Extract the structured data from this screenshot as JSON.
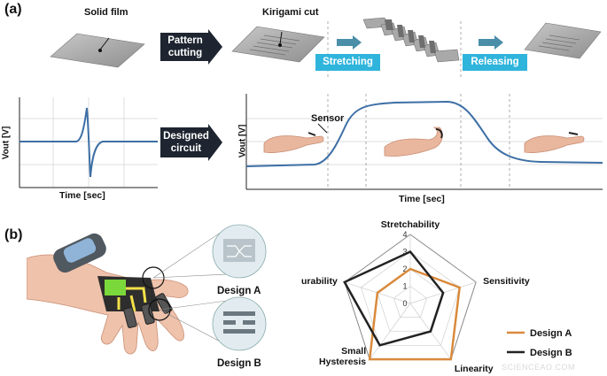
{
  "panel_a": {
    "label": "(a)",
    "solid_film": "Solid film",
    "kirigami_cut": "Kirigami cut",
    "pattern_cutting": [
      "Pattern",
      "cutting"
    ],
    "designed_circuit": [
      "Designed",
      "circuit"
    ],
    "stretching": "Stretching",
    "releasing": "Releasing",
    "sensor": "Sensor",
    "ylabel": "Vout [V]",
    "xlabel": "Time [sec]"
  },
  "panel_b": {
    "label": "(b)",
    "design_a": "Design A",
    "design_b": "Design B"
  },
  "chart_data": {
    "type": "radar",
    "axes": [
      "Stretchability",
      "Sensitivity",
      "Linearity",
      "Small Hysteresis",
      "Durability"
    ],
    "axis_label_lines": [
      [
        "Stretchability"
      ],
      [
        "Sensitivity"
      ],
      [
        "Linearity"
      ],
      [
        "Small",
        "Hysteresis"
      ],
      [
        "Durability"
      ]
    ],
    "ticks": [
      "0",
      "1",
      "2",
      "3",
      "4"
    ],
    "rmax": 4,
    "series": [
      {
        "name": "Design A",
        "color": "#d98a3d",
        "values": [
          2,
          3,
          4,
          4,
          2
        ]
      },
      {
        "name": "Design B",
        "color": "#222222",
        "values": [
          3,
          2,
          2,
          3,
          4
        ]
      }
    ],
    "legend": "bottom-right"
  },
  "watermark": "SCIENCEAO.COM"
}
